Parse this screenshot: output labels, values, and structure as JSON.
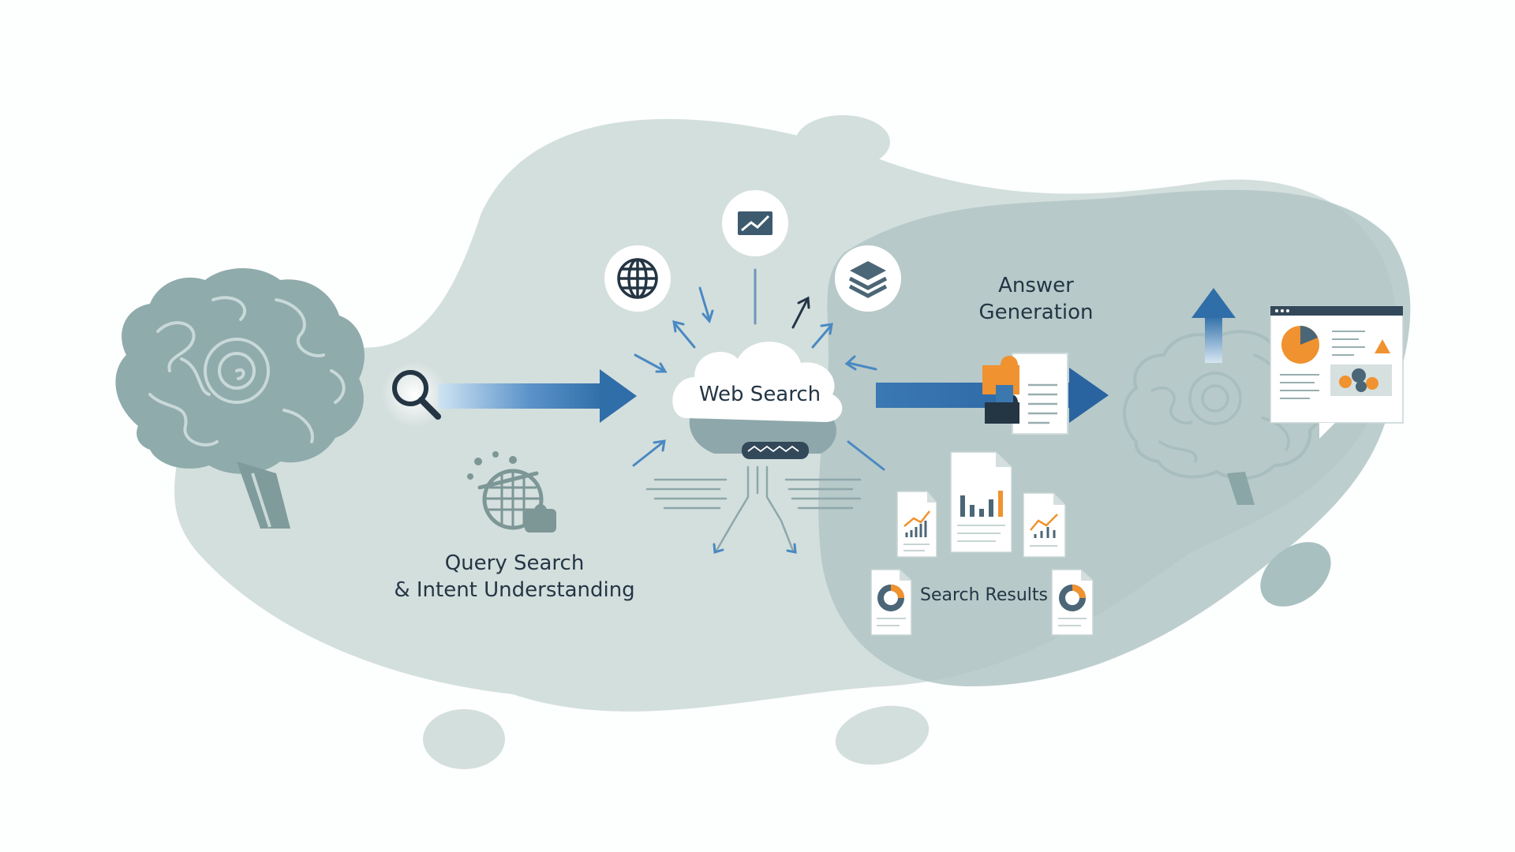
{
  "labels": {
    "query": [
      "Query Search",
      "& Intent Understanding"
    ],
    "web_search": "Web Search",
    "answer": [
      "Answer",
      "Generation"
    ],
    "results": "Search Results"
  },
  "icons": {
    "left_brain": "brain-icon",
    "right_brain": "brain-icon",
    "magnifier": "search-icon",
    "intent": "intent-basket-icon",
    "cloud": "cloud-icon",
    "globe": "globe-icon",
    "chart_monitor": "line-chart-icon",
    "layers": "layers-icon",
    "puzzle": "puzzle-icon",
    "dashboard": "dashboard-report-icon"
  },
  "colors": {
    "blob_main": "#d3dfdd",
    "blob_dark": "#a9c0c0",
    "brain": "#8aa6a6",
    "arrow_blue": "#2f6ea8",
    "accent_orange": "#f0922f",
    "text": "#243544"
  }
}
